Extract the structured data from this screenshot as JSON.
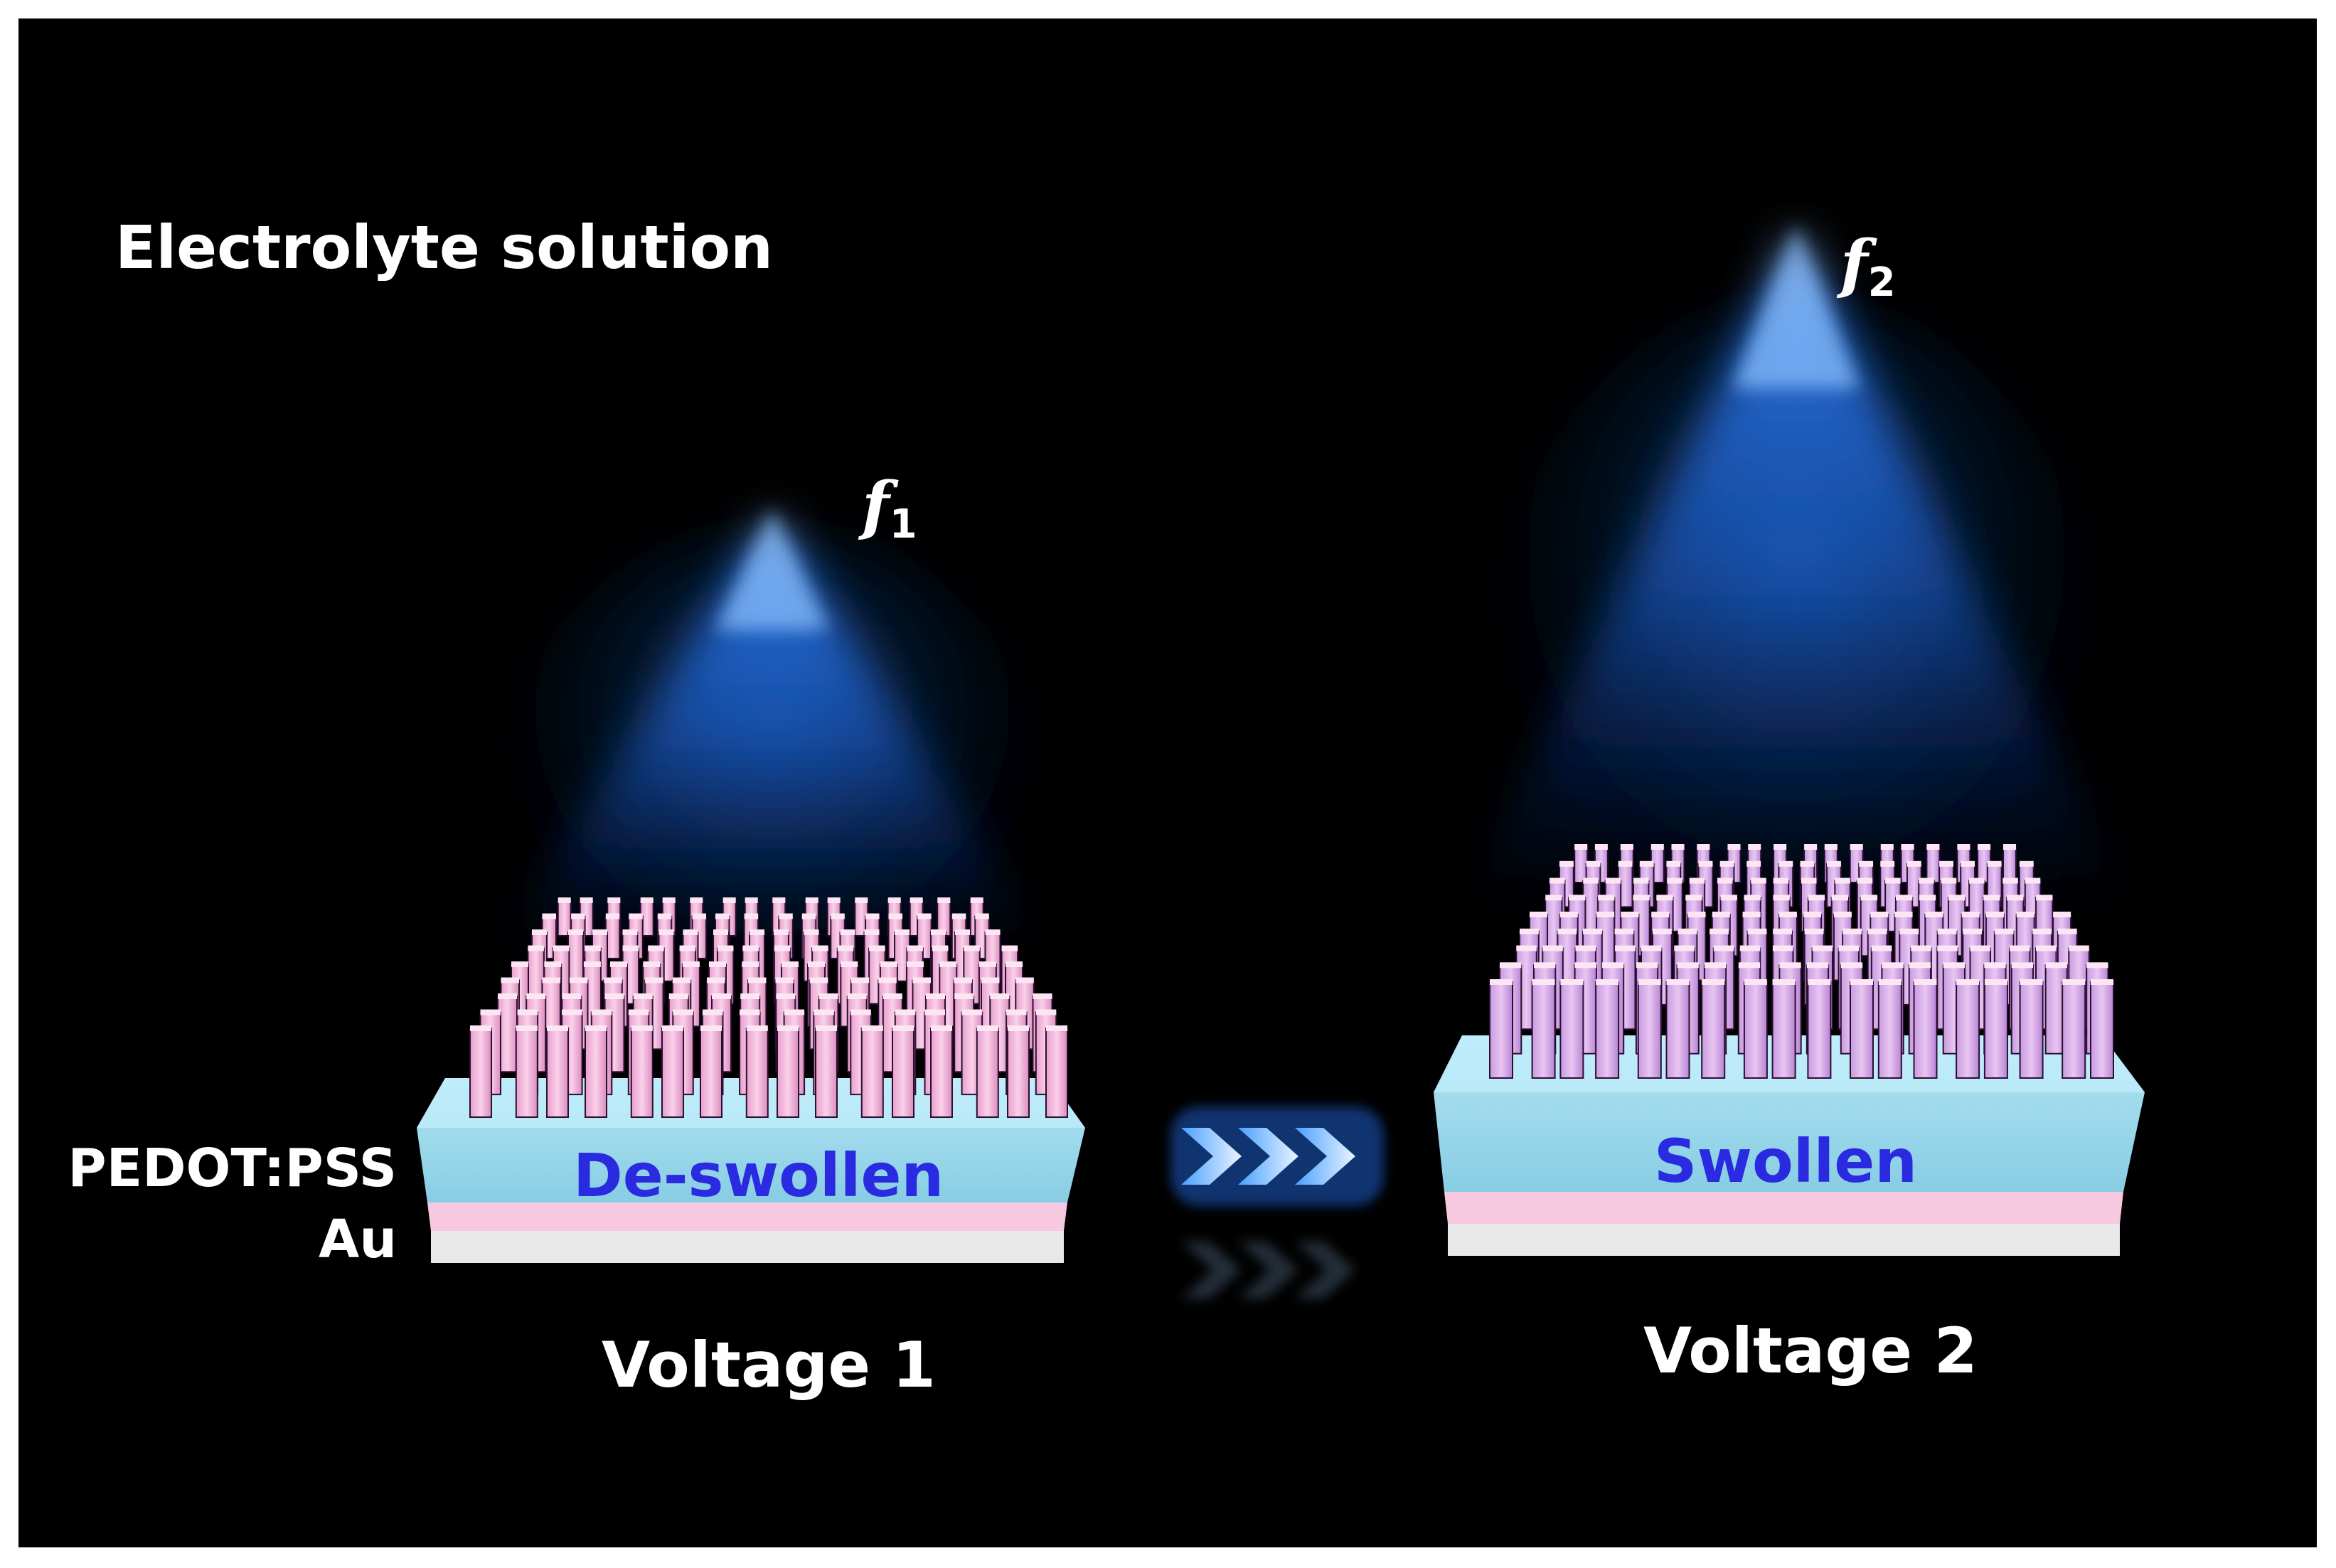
{
  "header": {
    "medium_label": "Electrolyte solution"
  },
  "beams": [
    {
      "symbol": "f",
      "subscript": "1"
    },
    {
      "symbol": "f",
      "subscript": "2"
    }
  ],
  "layers": {
    "top": "PEDOT:PSS",
    "bottom": "Au"
  },
  "devices": [
    {
      "state_label": "De-swollen",
      "voltage_label": "Voltage 1"
    },
    {
      "state_label": "Swollen",
      "voltage_label": "Voltage 2"
    }
  ],
  "colors": {
    "background": "#000000",
    "beam": "#1e6fe0",
    "gel_layer": "#a8e6f7",
    "gold_layer": "#f7c9e0",
    "substrate": "#e6e6e6",
    "pillar": "#f4b8dc",
    "state_text": "#2a2ae0"
  },
  "icons": {
    "transition": "triple-chevron-right-icon"
  }
}
